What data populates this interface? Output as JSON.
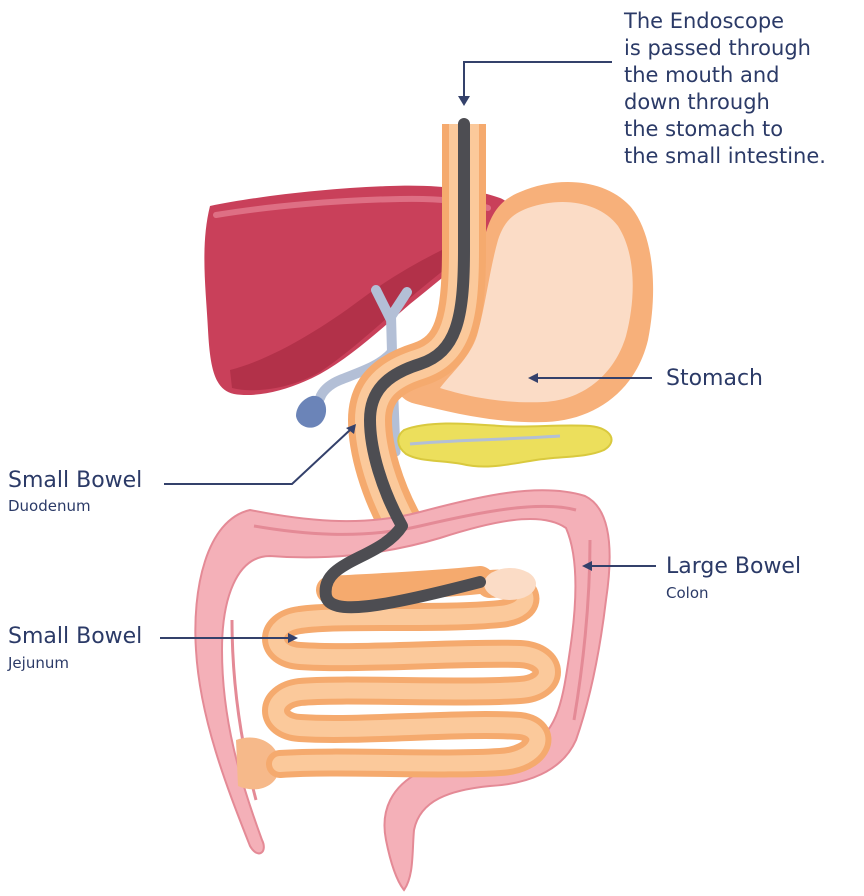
{
  "annotation": {
    "lines": [
      "The Endoscope",
      "is passed through",
      "the mouth and",
      "down through",
      "the stomach to",
      "the small intestine."
    ]
  },
  "labels": {
    "stomach": {
      "title": "Stomach"
    },
    "duodenum": {
      "title": "Small Bowel",
      "subtitle": "Duodenum"
    },
    "colon": {
      "title": "Large Bowel",
      "subtitle": "Colon"
    },
    "jejunum": {
      "title": "Small Bowel",
      "subtitle": "Jejunum"
    }
  },
  "colors": {
    "text": "#2b3a67",
    "leader": "#34416b",
    "liver": "#c9405a",
    "liver_dark": "#b23149",
    "stomach": "#f7b07a",
    "stomach_inner": "#fbdcc6",
    "pancreas": "#ecdf5c",
    "bile_duct": "#b3bfd6",
    "gallbladder": "#6b84b8",
    "colon": "#f4b0b8",
    "small_intestine": "#f5aa6e",
    "endoscope": "#4d4d52"
  }
}
